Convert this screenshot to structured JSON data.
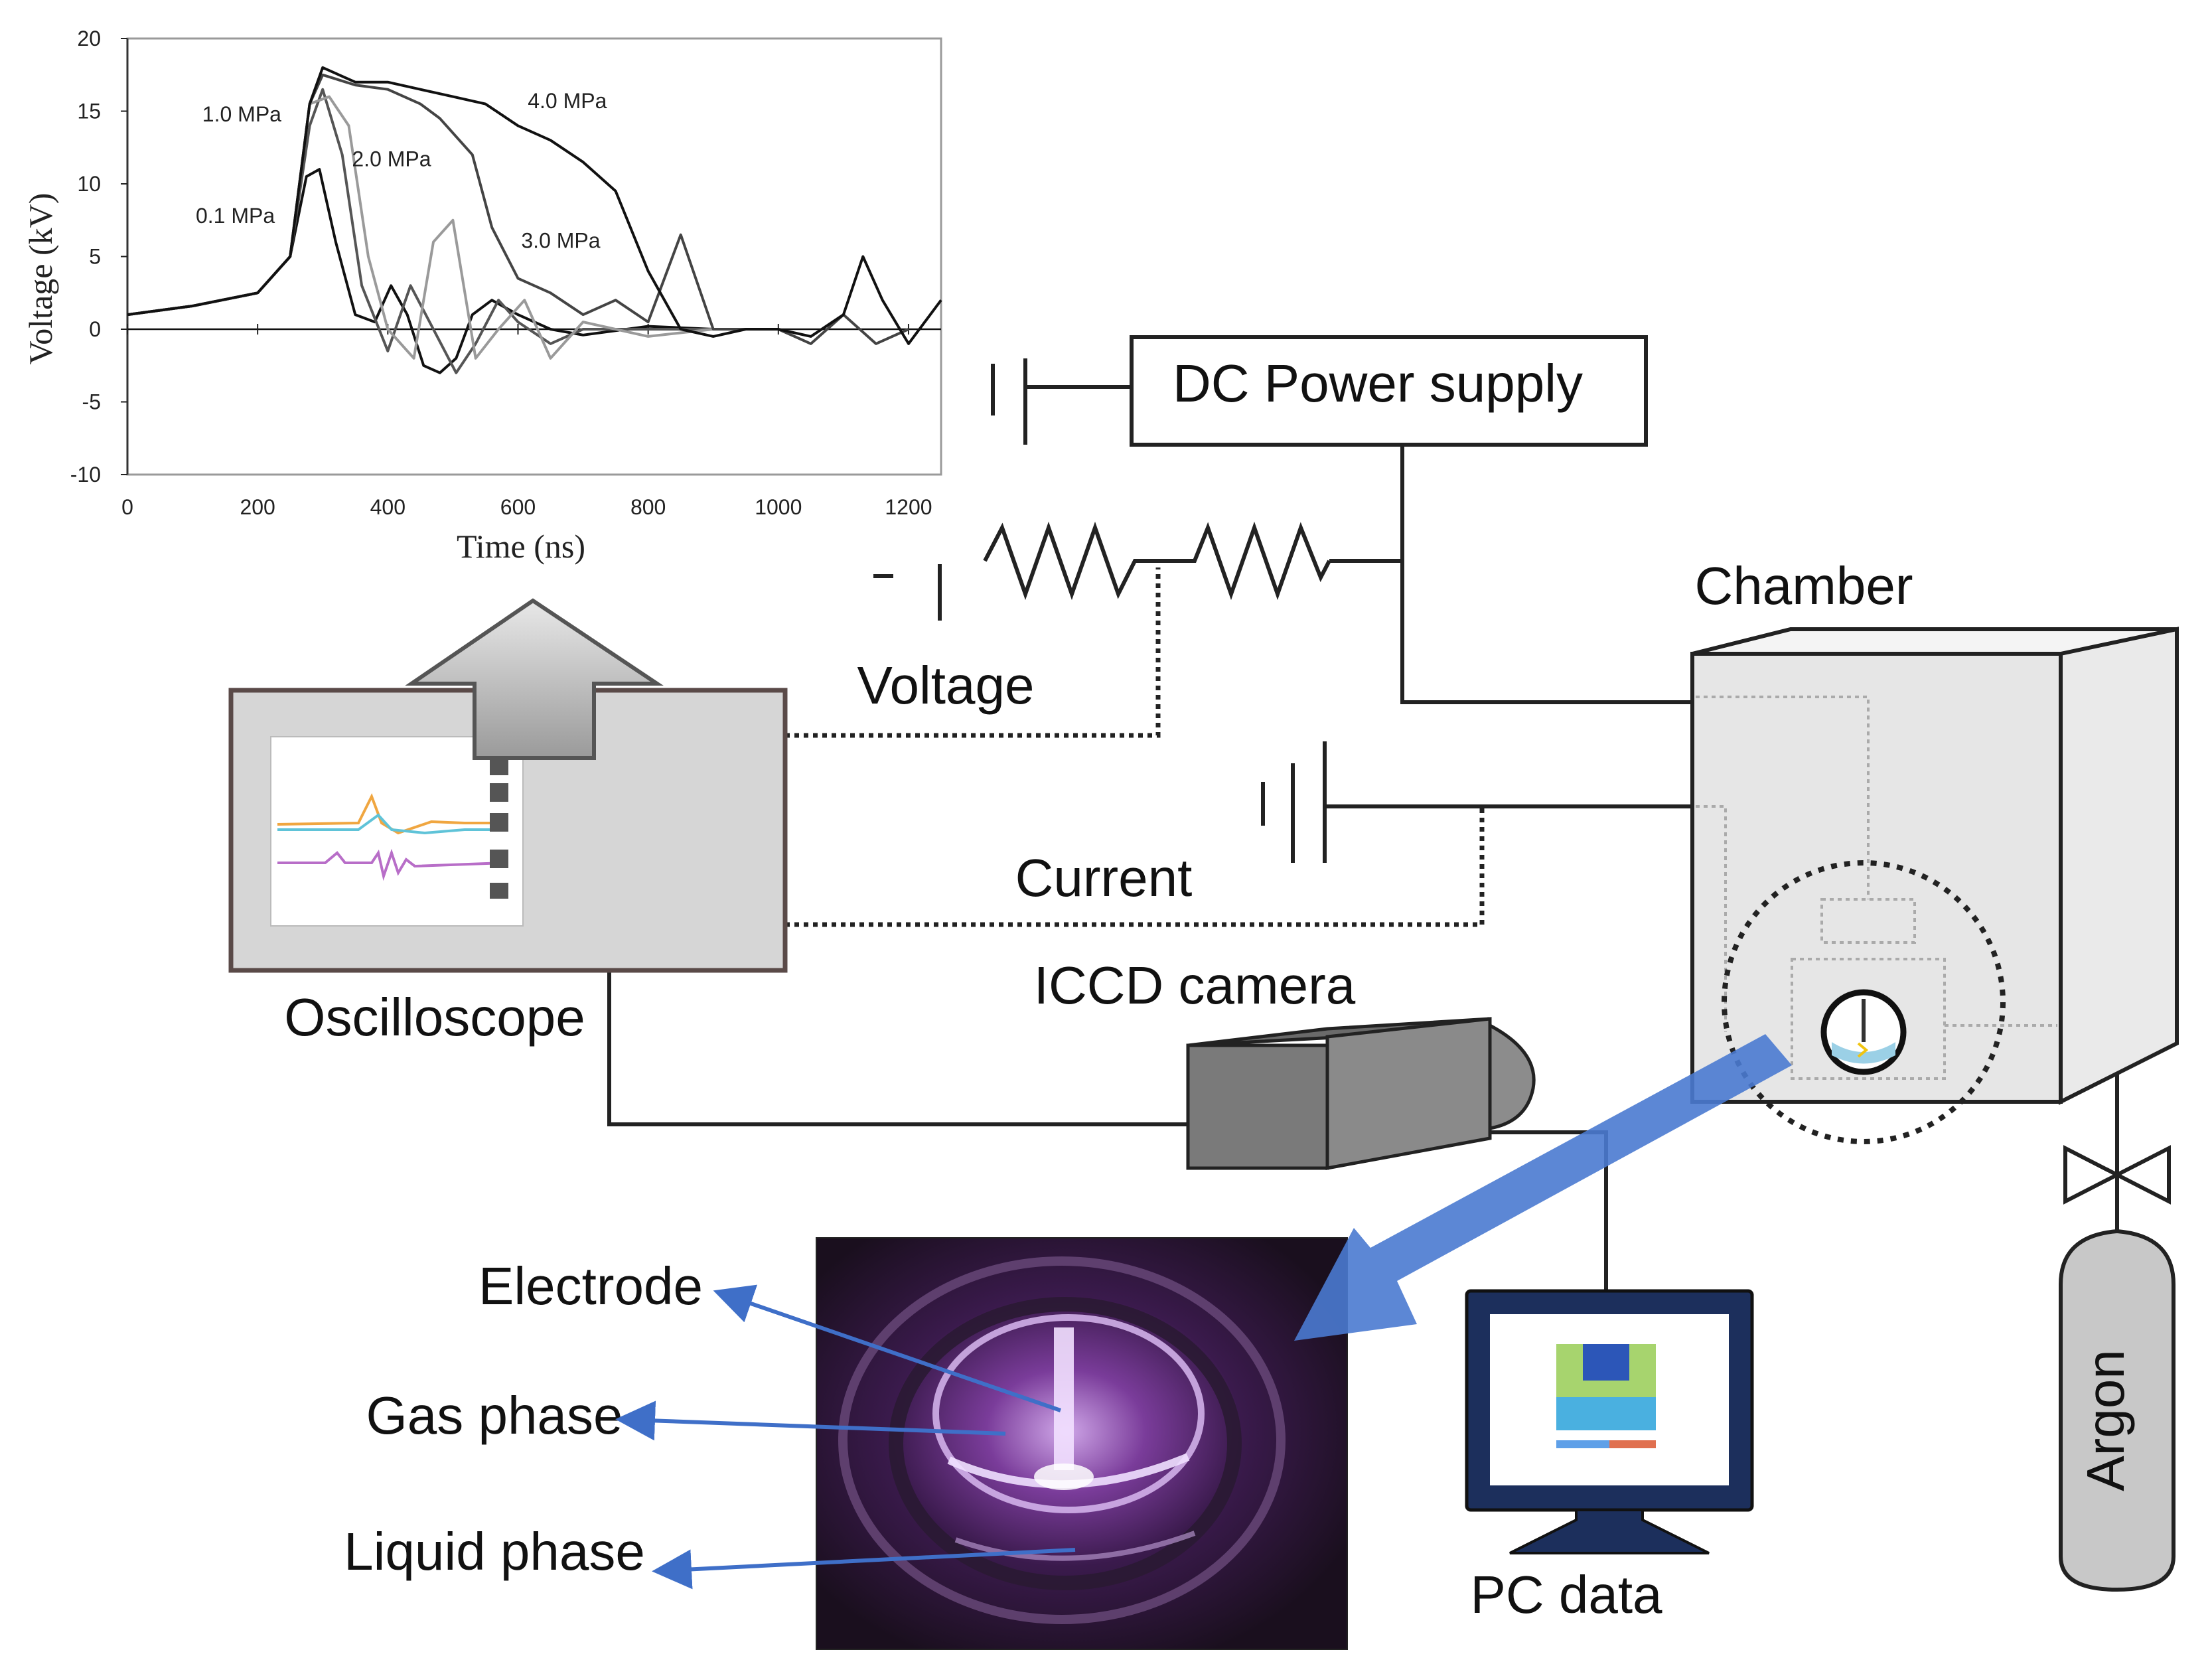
{
  "labels": {
    "dc_power_supply": "DC Power supply",
    "chamber": "Chamber",
    "voltage": "Voltage",
    "current": "Current",
    "oscilloscope": "Oscilloscope",
    "iccd_camera": "ICCD camera",
    "electrode": "Electrode",
    "gas_phase": "Gas phase",
    "liquid_phase": "Liquid phase",
    "pc_data": "PC data",
    "argon": "Argon"
  },
  "colors": {
    "arrow_blue": "#4a7ad0",
    "photo_purple": "#8a3fa0",
    "monitor_frame": "#1c2f5c"
  },
  "chart_data": {
    "type": "line",
    "xlabel": "Time (ns)",
    "ylabel": "Voltage (kV)",
    "xlim": [
      0,
      1250
    ],
    "ylim": [
      -10,
      20
    ],
    "xticks": [
      0,
      200,
      400,
      600,
      800,
      1000,
      1200
    ],
    "yticks": [
      20,
      15,
      10,
      5,
      0,
      -5,
      -10
    ],
    "series": [
      {
        "name": "0.1 MPa",
        "color": "#111111",
        "label_at": [
          105,
          7.3
        ],
        "x": [
          0,
          100,
          200,
          250,
          275,
          295,
          320,
          350,
          380,
          405,
          430,
          455,
          480,
          505,
          530,
          560,
          600,
          650,
          700,
          800,
          900,
          1000
        ],
        "y": [
          1.0,
          1.6,
          2.5,
          5.0,
          10.5,
          11.0,
          6.0,
          1.0,
          0.5,
          3.0,
          1.0,
          -2.5,
          -3.0,
          -2.0,
          1.0,
          2.0,
          1.0,
          0.0,
          -0.4,
          0.2,
          0.0,
          0.0
        ]
      },
      {
        "name": "1.0 MPa",
        "color": "#555555",
        "label_at": [
          115,
          14.3
        ],
        "x": [
          0,
          100,
          200,
          250,
          280,
          300,
          330,
          360,
          400,
          435,
          470,
          505,
          535,
          570,
          600,
          650,
          700,
          800,
          900,
          1000
        ],
        "y": [
          1.0,
          1.6,
          2.5,
          5.0,
          14.0,
          16.5,
          12.0,
          3.0,
          -1.5,
          3.0,
          0.0,
          -3.0,
          -1.0,
          2.0,
          0.5,
          -1.0,
          0.0,
          0.0,
          0.0,
          0.0
        ]
      },
      {
        "name": "2.0 MPa",
        "color": "#9a9a9a",
        "label_at": [
          345,
          11.2
        ],
        "x": [
          0,
          100,
          200,
          250,
          280,
          310,
          340,
          370,
          400,
          440,
          470,
          500,
          535,
          570,
          610,
          650,
          700,
          800,
          900,
          1000
        ],
        "y": [
          1.0,
          1.6,
          2.5,
          5.0,
          15.5,
          16.0,
          14.0,
          5.0,
          0.0,
          -2.0,
          6.0,
          7.5,
          -2.0,
          0.0,
          2.0,
          -2.0,
          0.5,
          -0.5,
          0.0,
          0.0
        ]
      },
      {
        "name": "3.0 MPa",
        "color": "#444444",
        "label_at": [
          605,
          5.6
        ],
        "x": [
          0,
          100,
          200,
          250,
          280,
          300,
          350,
          400,
          450,
          480,
          530,
          560,
          600,
          650,
          700,
          750,
          800,
          850,
          900,
          1000,
          1050,
          1100,
          1150,
          1200
        ],
        "y": [
          1.0,
          1.6,
          2.5,
          5.0,
          15.5,
          17.5,
          16.8,
          16.5,
          15.5,
          14.5,
          12.0,
          7.0,
          3.5,
          2.5,
          1.0,
          2.0,
          0.5,
          6.5,
          0.0,
          0.0,
          -1.0,
          1.0,
          -1.0,
          0.0
        ]
      },
      {
        "name": "4.0 MPa",
        "color": "#111111",
        "label_at": [
          615,
          15.2
        ],
        "x": [
          0,
          100,
          200,
          250,
          280,
          300,
          350,
          400,
          450,
          500,
          550,
          600,
          650,
          700,
          750,
          800,
          850,
          900,
          950,
          1000,
          1050,
          1100,
          1130,
          1160,
          1200,
          1250
        ],
        "y": [
          1.0,
          1.6,
          2.5,
          5.0,
          15.5,
          18.0,
          17.0,
          17.0,
          16.5,
          16.0,
          15.5,
          14.0,
          13.0,
          11.5,
          9.5,
          4.0,
          0.0,
          -0.5,
          0.0,
          0.0,
          -0.5,
          1.0,
          5.0,
          2.0,
          -1.0,
          2.0
        ]
      }
    ]
  }
}
